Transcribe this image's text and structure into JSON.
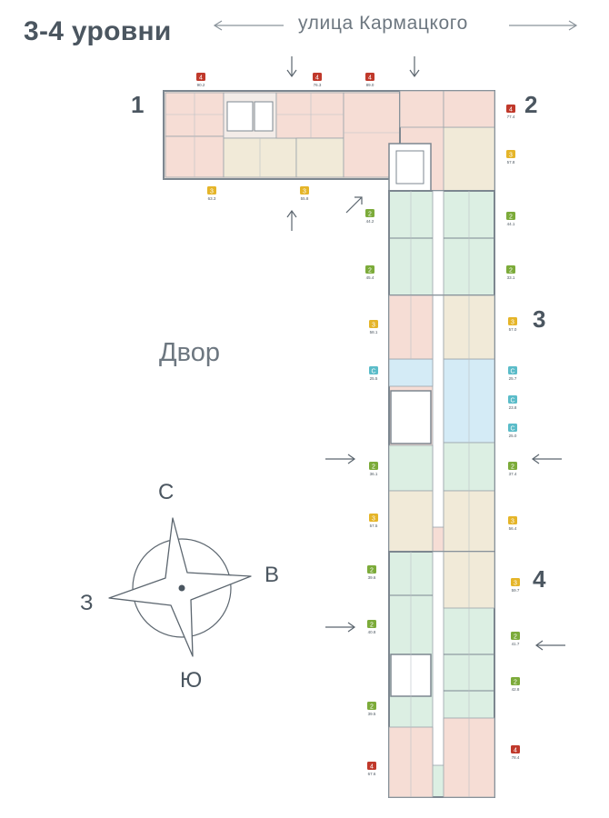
{
  "title": "3-4 уровни",
  "street": "улица Кармацкого",
  "yard": "Двор",
  "sections": [
    "1",
    "2",
    "3",
    "4"
  ],
  "compass": {
    "north": "С",
    "east": "В",
    "south": "Ю",
    "west": "З"
  },
  "colors": {
    "rooms_4": "#c0392b",
    "rooms_3": "#e5b529",
    "rooms_2": "#7cab3a",
    "studio": "#5bbcc9",
    "plan_pink": "#f6ddd5",
    "plan_green": "#dcefe3",
    "plan_blue": "#d4ebf6",
    "plan_beige": "#f1ead8",
    "wall": "#7d8790"
  },
  "apartments": [
    {
      "type": "4",
      "area": "90.2",
      "color": "rooms_4"
    },
    {
      "type": "4",
      "area": "76.3",
      "color": "rooms_4"
    },
    {
      "type": "4",
      "area": "89.0",
      "color": "rooms_4"
    },
    {
      "type": "4",
      "area": "77.4",
      "color": "rooms_4"
    },
    {
      "type": "3",
      "area": "57.8",
      "color": "rooms_3"
    },
    {
      "type": "3",
      "area": "63.3",
      "color": "rooms_3"
    },
    {
      "type": "3",
      "area": "55.8",
      "color": "rooms_3"
    },
    {
      "type": "2",
      "area": "44.2",
      "color": "rooms_2"
    },
    {
      "type": "2",
      "area": "44.1",
      "color": "rooms_2"
    },
    {
      "type": "2",
      "area": "45.4",
      "color": "rooms_2"
    },
    {
      "type": "2",
      "area": "33.1",
      "color": "rooms_2"
    },
    {
      "type": "3",
      "area": "58.1",
      "color": "rooms_3"
    },
    {
      "type": "3",
      "area": "57.0",
      "color": "rooms_3"
    },
    {
      "type": "С",
      "area": "25.5",
      "color": "studio"
    },
    {
      "type": "С",
      "area": "25.7",
      "color": "studio"
    },
    {
      "type": "С",
      "area": "23.8",
      "color": "studio"
    },
    {
      "type": "С",
      "area": "25.0",
      "color": "studio"
    },
    {
      "type": "2",
      "area": "36.1",
      "color": "rooms_2"
    },
    {
      "type": "2",
      "area": "37.4",
      "color": "rooms_2"
    },
    {
      "type": "3",
      "area": "57.5",
      "color": "rooms_3"
    },
    {
      "type": "3",
      "area": "56.4",
      "color": "rooms_3"
    },
    {
      "type": "2",
      "area": "39.6",
      "color": "rooms_2"
    },
    {
      "type": "3",
      "area": "59.7",
      "color": "rooms_3"
    },
    {
      "type": "2",
      "area": "40.8",
      "color": "rooms_2"
    },
    {
      "type": "2",
      "area": "41.7",
      "color": "rooms_2"
    },
    {
      "type": "2",
      "area": "42.8",
      "color": "rooms_2"
    },
    {
      "type": "2",
      "area": "39.5",
      "color": "rooms_2"
    },
    {
      "type": "4",
      "area": "67.6",
      "color": "rooms_4"
    },
    {
      "type": "4",
      "area": "78.4",
      "color": "rooms_4"
    }
  ]
}
